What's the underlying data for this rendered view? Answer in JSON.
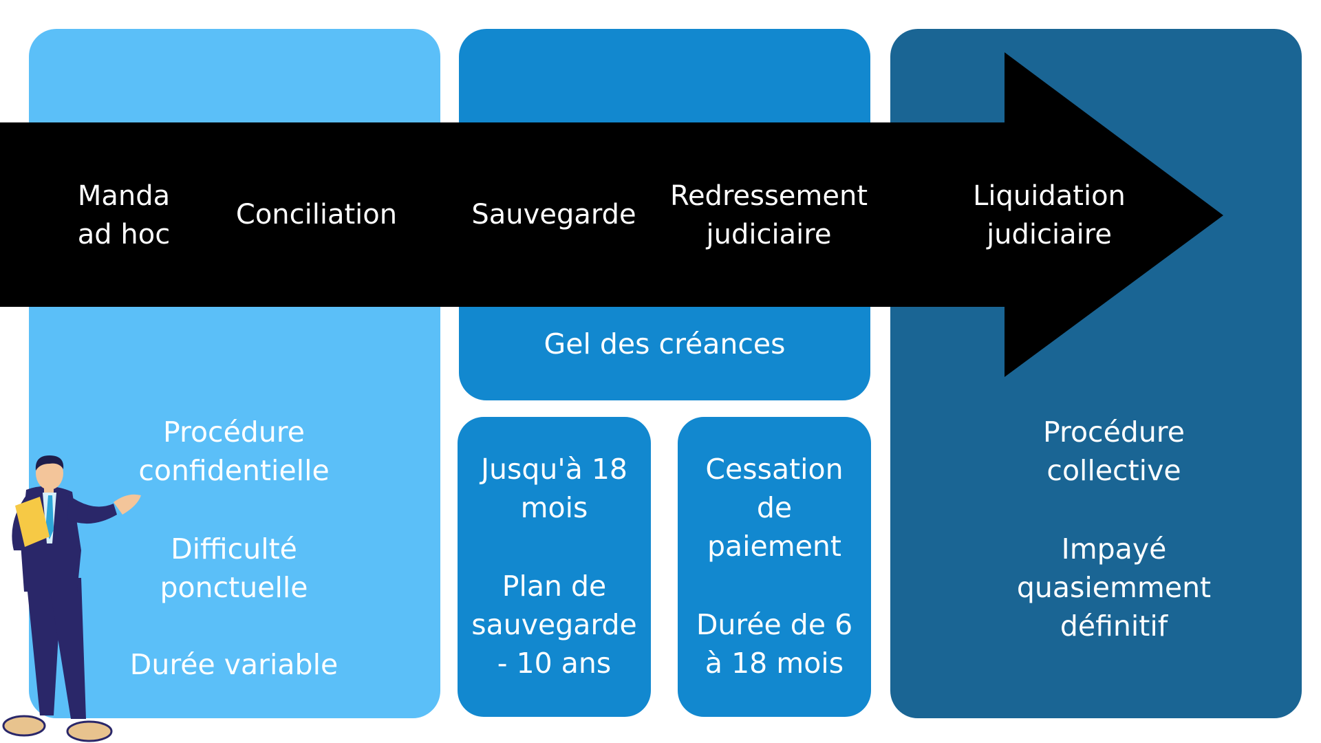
{
  "colors": {
    "light_blue": "#5bbff8",
    "mid_blue": "#1288cf",
    "dark_blue": "#1a6594",
    "arrow": "#000000",
    "text": "#ffffff"
  },
  "arrow_labels": [
    "Manda\nad hoc",
    "Conciliation",
    "Sauvegarde",
    "Redressement\njudiciaire",
    "Liquidation\njudiciaire"
  ],
  "left_panel": {
    "lines": [
      "Procédure\nconfidentielle",
      "Difficulté\nponctuelle",
      "Durée variable"
    ]
  },
  "middle_panel": {
    "banner": "Gel des créances",
    "card_left": [
      "Jusqu'à 18\nmois",
      "Plan de\nsauvegarde\n- 10 ans"
    ],
    "card_right": [
      "Cessation\nde\npaiement",
      "Durée de 6\nà 18 mois"
    ]
  },
  "right_panel": {
    "lines": [
      "Procédure\ncollective",
      "Impayé\nquasiemment\ndéfinitif"
    ]
  },
  "illustration": "businessman-presenting-icon"
}
